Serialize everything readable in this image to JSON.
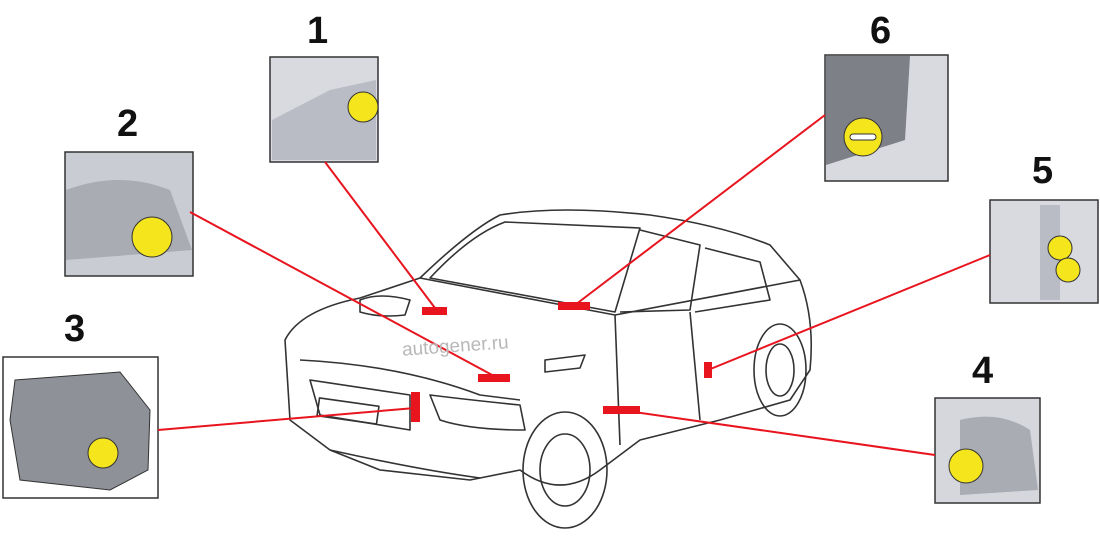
{
  "callouts": [
    {
      "label": "1"
    },
    {
      "label": "2"
    },
    {
      "label": "3"
    },
    {
      "label": "4"
    },
    {
      "label": "5"
    },
    {
      "label": "6"
    }
  ],
  "watermark": "autogener.ru",
  "colors": {
    "marker": "#e8141e",
    "highlight": "#f5e51c",
    "inset_bg": "#d8dadf",
    "outline": "#333333"
  }
}
